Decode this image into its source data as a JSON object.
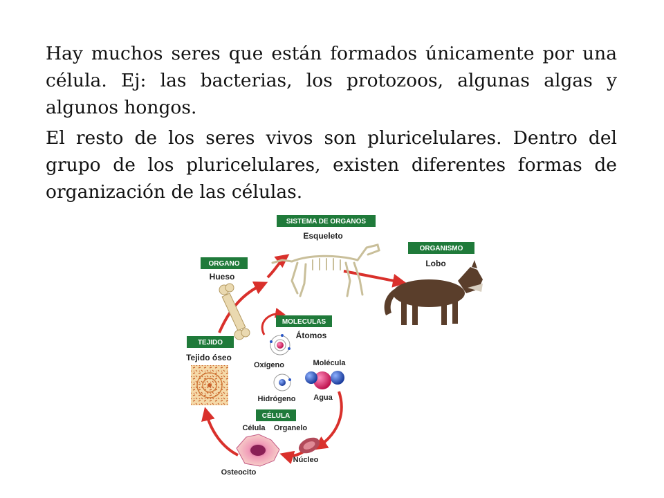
{
  "paragraphs": [
    "Hay muchos seres que están formados únicamente por una célula. Ej: las bacterias, los protozoos, algunas algas y algunos hongos.",
    "El resto de los seres vivos son pluricelulares. Dentro del grupo de los pluricelulares, existen diferentes formas de organización de las células."
  ],
  "diagram": {
    "levels": {
      "sistema": {
        "badge": "SISTEMA DE ORGANOS",
        "caption": "Esqueleto"
      },
      "organismo": {
        "badge": "ORGANISMO",
        "caption": "Lobo"
      },
      "organo": {
        "badge": "ORGANO",
        "caption": "Hueso"
      },
      "moleculas": {
        "badge": "MOLECULAS",
        "caption": "Átomos"
      },
      "tejido": {
        "badge": "TEJIDO",
        "caption": "Tejido óseo"
      },
      "celula": {
        "badge": "CÉLULA"
      }
    },
    "labels": {
      "oxigeno": "Oxígeno",
      "molecula": "Molécula",
      "hidrogeno": "Hidrógeno",
      "agua": "Agua",
      "celula": "Célula",
      "organelo": "Organelo",
      "nucleo": "Núcleo",
      "osteocito": "Osteocito"
    },
    "colors": {
      "badge": "#1f7a3a",
      "arrow": "#d9302b",
      "oxygen": "#e5206e",
      "hydrogen": "#2a56c6",
      "wolf": "#5a3e2b"
    }
  }
}
